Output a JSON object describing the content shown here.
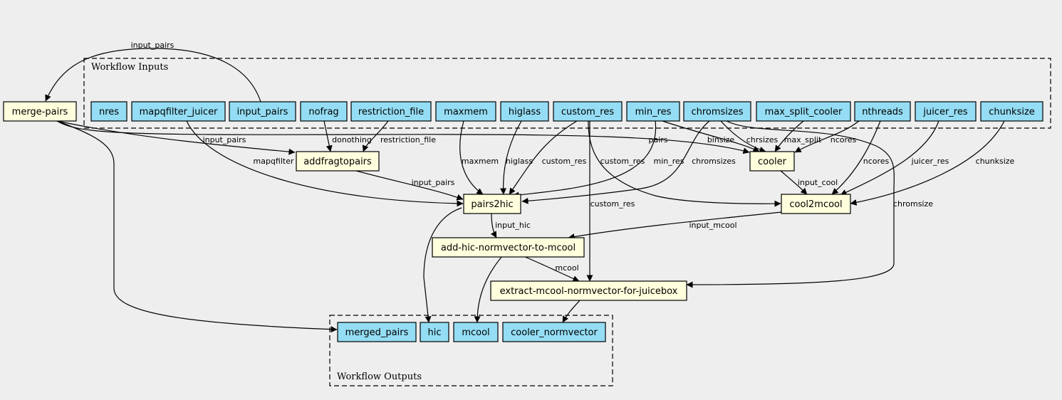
{
  "clusters": {
    "inputs": {
      "label": "Workflow Inputs"
    },
    "outputs": {
      "label": "Workflow Outputs"
    }
  },
  "colors": {
    "background": "#eeeeee",
    "io_node_fill": "#94ddf4",
    "step_node_fill": "#ffffdd",
    "stroke": "#000000"
  },
  "inputs": {
    "nres": "nres",
    "mapqfilter_juicer": "mapqfilter_juicer",
    "input_pairs": "input_pairs",
    "nofrag": "nofrag",
    "restriction_file": "restriction_file",
    "maxmem": "maxmem",
    "higlass": "higlass",
    "custom_res": "custom_res",
    "min_res": "min_res",
    "chromsizes": "chromsizes",
    "max_split_cooler": "max_split_cooler",
    "nthreads": "nthreads",
    "juicer_res": "juicer_res",
    "chunksize": "chunksize"
  },
  "steps": {
    "merge_pairs": "merge-pairs",
    "addfragtopairs": "addfragtopairs",
    "cooler": "cooler",
    "pairs2hic": "pairs2hic",
    "cool2mcool": "cool2mcool",
    "add_hic_normvector": "add-hic-normvector-to-mcool",
    "extract_mcool": "extract-mcool-normvector-for-juicebox"
  },
  "outputs": {
    "merged_pairs": "merged_pairs",
    "hic": "hic",
    "mcool": "mcool",
    "cooler_normvector": "cooler_normvector"
  },
  "edge_labels": {
    "input_pairs_top": "input_pairs",
    "input_pairs_add": "input_pairs",
    "pairs": "pairs",
    "donothing": "donothing",
    "restriction_file": "restriction_file",
    "mapqfilter": "mapqfilter",
    "input_pairs_p2h": "input_pairs",
    "maxmem": "maxmem",
    "higlass": "higlass",
    "custom_res_p2h": "custom_res",
    "custom_res_c2m": "custom_res",
    "custom_res_ext": "custom_res",
    "min_res_p2h": "min_res",
    "chromsizes_p2h": "chromsizes",
    "binsize": "binsize",
    "chrsizes": "chrsizes",
    "max_split": "max_split",
    "ncores_cooler": "ncores",
    "ncores_c2m": "ncores",
    "juicer_res": "juicer_res",
    "chunksize": "chunksize",
    "input_cool": "input_cool",
    "chromsize": "chromsize",
    "input_hic": "input_hic",
    "input_mcool": "input_mcool",
    "mcool": "mcool"
  }
}
